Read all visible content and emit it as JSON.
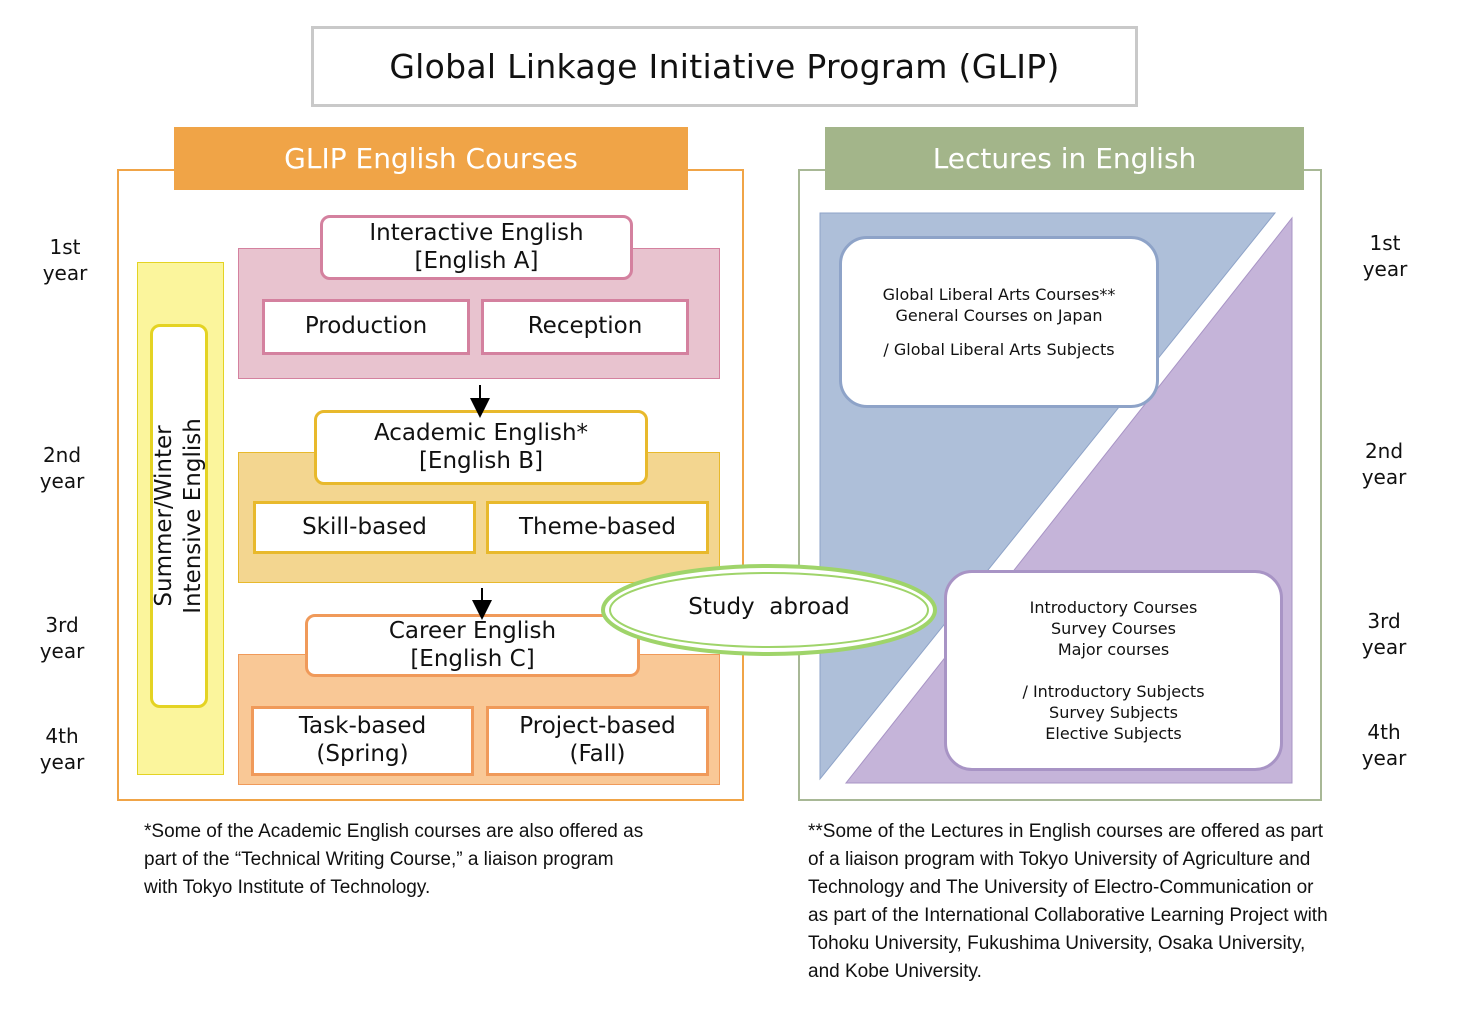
{
  "title": "Global Linkage Initiative Program (GLIP)",
  "left_panel": {
    "header": "GLIP English Courses",
    "side_label_line1": "Summer/Winter",
    "side_label_line2": "Intensive English",
    "levels": [
      {
        "name": "Interactive English",
        "code": "[English A]",
        "subs": [
          "Production",
          "Reception"
        ]
      },
      {
        "name": "Academic English*",
        "code": "[English B]",
        "subs": [
          "Skill-based",
          "Theme-based"
        ]
      },
      {
        "name": "Career English",
        "code": "[English C]",
        "subs": [
          "Task-based\n(Spring)",
          "Project-based\n(Fall)"
        ]
      }
    ]
  },
  "right_panel": {
    "header": "Lectures in English",
    "upper_box": {
      "line1": "Global Liberal Arts Courses**\nGeneral Courses on Japan",
      "line2": "/ Global Liberal Arts Subjects"
    },
    "lower_box": {
      "line1": "Introductory Courses\nSurvey Courses\nMajor courses",
      "line2": "/ Introductory Subjects\nSurvey Subjects\nElective Subjects"
    }
  },
  "study_abroad": "Study  abroad",
  "years": [
    "1st\nyear",
    "2nd\nyear",
    "3rd\nyear",
    "4th\nyear"
  ],
  "notes": {
    "left": "*Some of the Academic English courses are also offered as\npart of the “Technical Writing Course,” a liaison program\nwith Tokyo Institute of Technology.",
    "right": "**Some of the Lectures in English courses are offered as part\nof a liaison program with Tokyo University of Agriculture and\nTechnology and The University of Electro-Communication or\nas part of the International Collaborative Learning Project with\nTohoku University, Fukushima University, Osaka University,\nand Kobe University."
  },
  "colors": {
    "orange": "#f0a447",
    "green_header": "#a3b58a",
    "green_frame": "#a8b896",
    "pink_band": "#e8c3cf",
    "pink_border": "#d4819f",
    "gold_band": "#f3d690",
    "gold_border": "#e8b92c",
    "peach_band": "#f9c896",
    "peach_border": "#f09a5a",
    "yellow": "#fbf59c",
    "yellow_border": "#e4d323",
    "blue_tri": "#aebfd9",
    "purple_tri": "#c5b4d9",
    "ellipse": "#9fd46a"
  }
}
